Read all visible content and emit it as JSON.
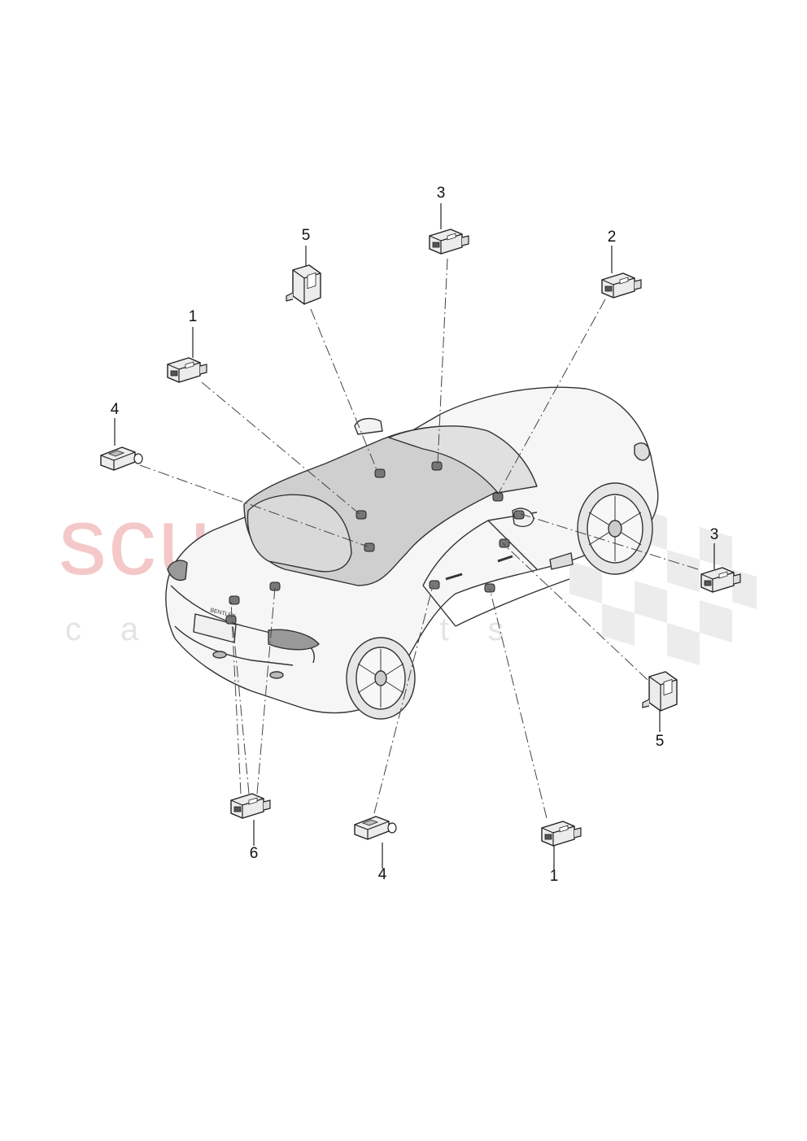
{
  "watermark": {
    "brand": "scuderia",
    "tagline": "car parts"
  },
  "car": {
    "badge": "BENTLEY"
  },
  "callouts": [
    {
      "id": "c1-top",
      "label": "1"
    },
    {
      "id": "c5-top",
      "label": "5"
    },
    {
      "id": "c3-top",
      "label": "3"
    },
    {
      "id": "c2-top",
      "label": "2"
    },
    {
      "id": "c4-left",
      "label": "4"
    },
    {
      "id": "c3-right",
      "label": "3"
    },
    {
      "id": "c5-right",
      "label": "5"
    },
    {
      "id": "c6-bottom",
      "label": "6"
    },
    {
      "id": "c4-bottom",
      "label": "4"
    },
    {
      "id": "c1-bottom",
      "label": "1"
    }
  ],
  "colors": {
    "line": "#333333",
    "car_fill": "#f6f6f6",
    "roof": "#cfcfcf",
    "part": "#e9e9e9",
    "watermark_red": "#f4c8c8",
    "watermark_grey": "#e4e4e4"
  }
}
